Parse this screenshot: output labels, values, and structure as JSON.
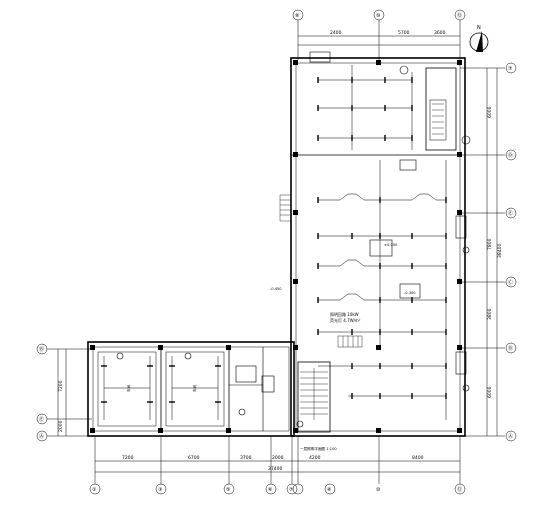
{
  "drawing": {
    "north_label": "N",
    "grid_axes_top": [
      {
        "id": "top-axis-1",
        "label": "⑧"
      },
      {
        "id": "top-axis-2",
        "label": "⑩"
      },
      {
        "id": "top-axis-3",
        "label": "⑫"
      }
    ],
    "grid_axes_right": [
      {
        "id": "right-axis-1",
        "label": "⑦"
      },
      {
        "id": "right-axis-2",
        "label": "Ⓓ"
      },
      {
        "id": "right-axis-3",
        "label": "Ⓔ"
      },
      {
        "id": "right-axis-4",
        "label": "Ⓒ"
      },
      {
        "id": "right-axis-5",
        "label": "Ⓑ"
      },
      {
        "id": "right-axis-6",
        "label": "Ⓐ"
      }
    ],
    "grid_axes_left": [
      {
        "id": "left-axis-1",
        "label": "Ⓑ"
      },
      {
        "id": "left-axis-2",
        "label": "Ⓔ"
      },
      {
        "id": "left-axis-3",
        "label": "Ⓐ"
      }
    ],
    "grid_axes_bottom": [
      {
        "id": "bottom-axis-1",
        "label": "①"
      },
      {
        "id": "bottom-axis-2",
        "label": "③"
      },
      {
        "id": "bottom-axis-3",
        "label": "⑤"
      },
      {
        "id": "bottom-axis-4",
        "label": "⑥"
      },
      {
        "id": "bottom-axis-5",
        "label": "⑦"
      },
      {
        "id": "bottom-axis-6",
        "label": "⑧"
      },
      {
        "id": "bottom-axis-7",
        "label": "⑩"
      },
      {
        "id": "bottom-axis-8",
        "label": "⑫"
      }
    ],
    "dims_top": [
      "2400",
      "5700",
      "3600"
    ],
    "dims_bottom": [
      "7200",
      "6700",
      "3700",
      "2000",
      "4200",
      "8400"
    ],
    "dim_bottom_total": "37400",
    "dims_right": [
      "6000",
      "7800",
      "3800",
      "6000"
    ],
    "dim_right_total": "38400",
    "dims_left": [
      "7200",
      "2000"
    ],
    "annotations": {
      "room_note_line1": "照明回路 10kW",
      "room_note_line2": "荧光灯 4.7W/m²",
      "level_mark_main": "±0.000",
      "level_mark_left": "-0.450",
      "level_mark_mid": "-0.300",
      "room_label_a": "车间",
      "room_label_b": "车间",
      "caption": "一层照明平面图  1:100"
    }
  }
}
